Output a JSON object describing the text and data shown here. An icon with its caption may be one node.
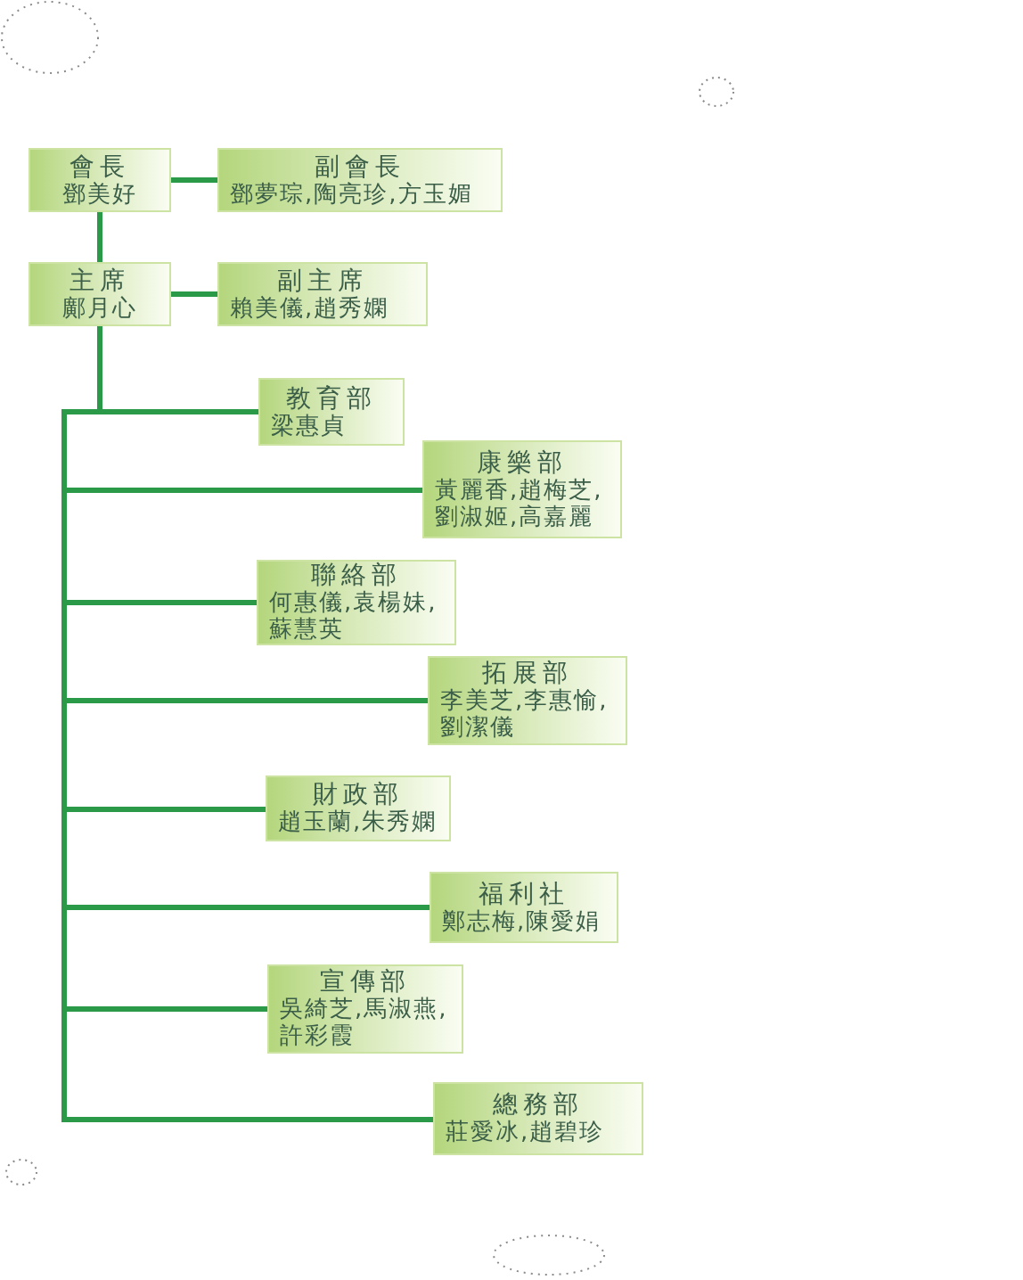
{
  "diagram": {
    "nodes": [
      {
        "text": [
          "會長",
          "鄧美好"
        ]
      },
      {
        "text": [
          "副會長",
          "鄧夢琮,陶亮珍,方玉媚"
        ]
      },
      {
        "text": [
          "主席",
          "鄺月心"
        ]
      },
      {
        "text": [
          "副主席",
          "賴美儀,趙秀嫻"
        ]
      },
      {
        "text": [
          "教育部",
          "梁惠貞"
        ]
      },
      {
        "text": [
          "康樂部",
          "黃麗香,趙梅芝,劉淑姬,高嘉麗"
        ]
      },
      {
        "text": [
          "聯絡部",
          "何惠儀,袁楊妹,蘇慧英"
        ]
      },
      {
        "text": [
          "拓展部",
          "李美芝,李惠愉,劉潔儀"
        ]
      },
      {
        "text": [
          "財政部",
          "趙玉蘭,朱秀嫻"
        ]
      },
      {
        "text": [
          "福利社",
          "鄭志梅,陳愛娟"
        ]
      },
      {
        "text": [
          "宣傳部",
          "吳綺芝,馬淑燕,許彩霞"
        ]
      },
      {
        "text": [
          "總務部",
          "莊愛冰,趙碧珍"
        ]
      }
    ],
    "edges": [
      {
        "from": 0,
        "to": 1,
        "arrow": "none"
      },
      {
        "from": 0,
        "to": 2,
        "arrow": "none"
      },
      {
        "from": 2,
        "to": 3,
        "arrow": "none"
      },
      {
        "from": 2,
        "to": 4,
        "arrow": "none"
      },
      {
        "from": 2,
        "to": 5,
        "arrow": "none"
      },
      {
        "from": 2,
        "to": 6,
        "arrow": "none"
      },
      {
        "from": 2,
        "to": 7,
        "arrow": "none"
      },
      {
        "from": 2,
        "to": 8,
        "arrow": "none"
      },
      {
        "from": 2,
        "to": 9,
        "arrow": "none"
      },
      {
        "from": 2,
        "to": 10,
        "arrow": "none"
      },
      {
        "from": 2,
        "to": 11,
        "arrow": "none"
      }
    ]
  }
}
